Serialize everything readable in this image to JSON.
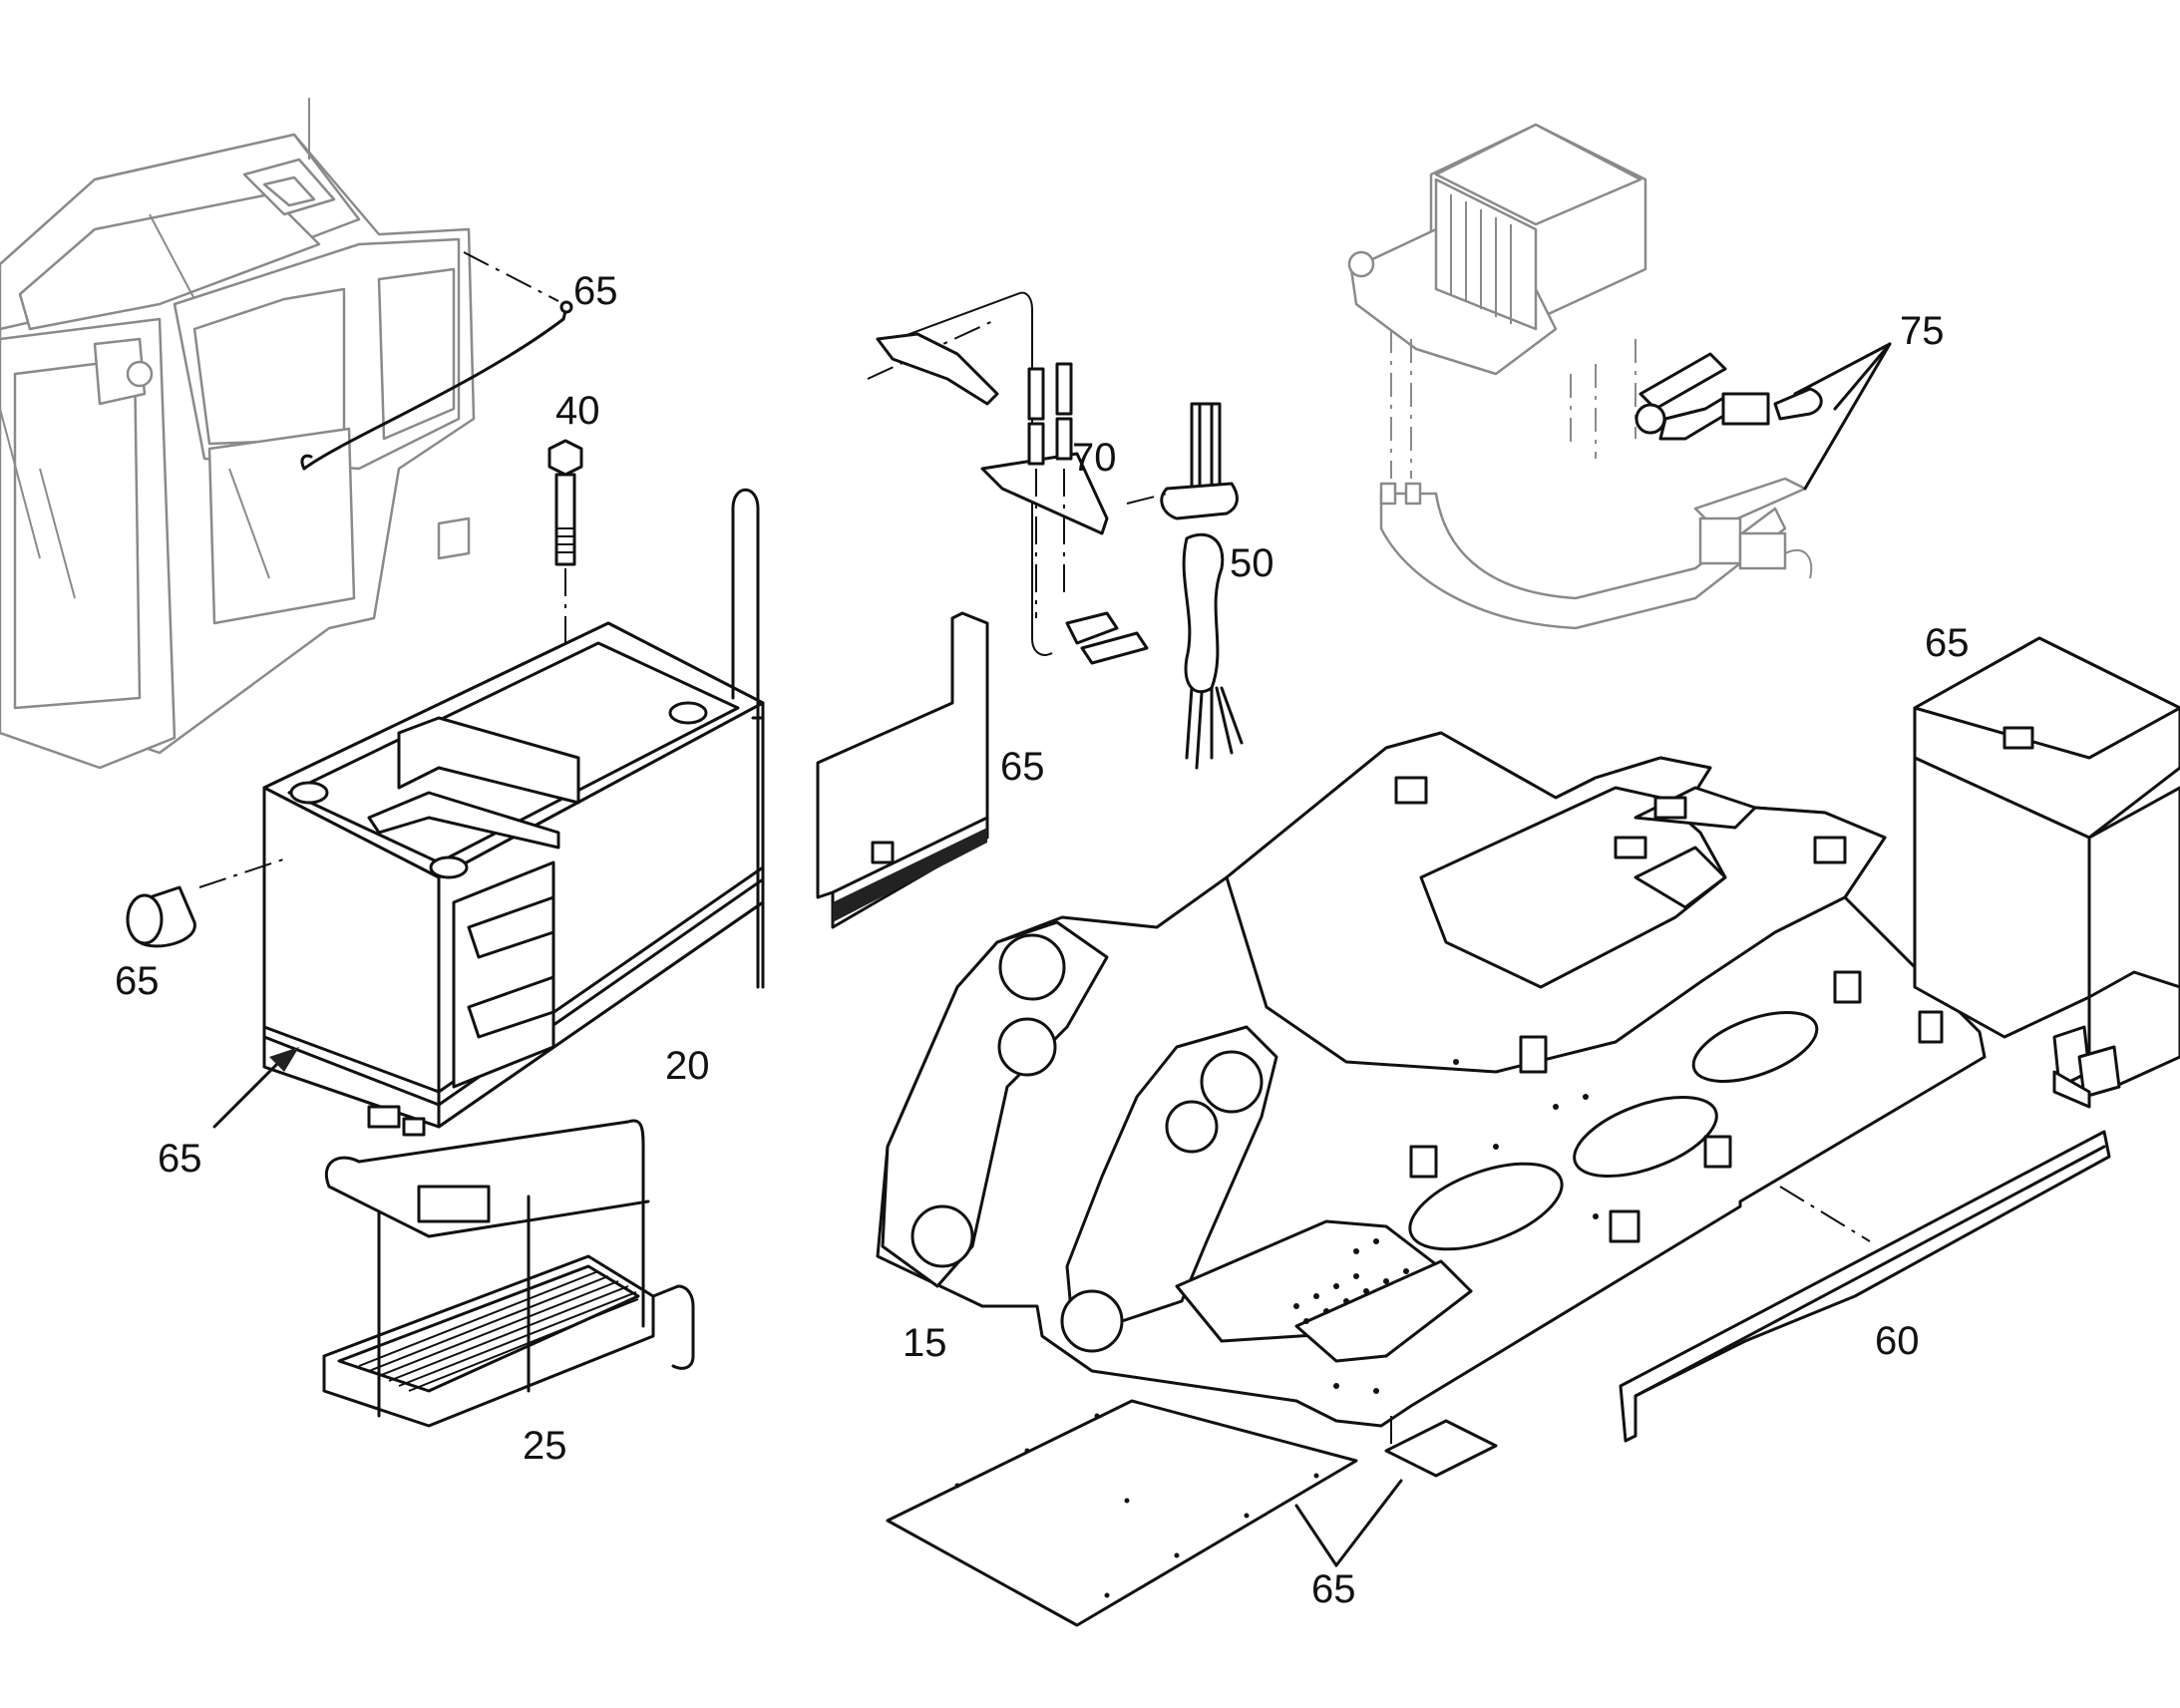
{
  "callouts": {
    "c15": "15",
    "c20": "20",
    "c25": "25",
    "c40": "40",
    "c50": "50",
    "c60": "60",
    "c65_cab": "65",
    "c65_cap": "65",
    "c65_arrow": "65",
    "c65_panel": "65",
    "c65_box": "65",
    "c65_plates": "65",
    "c70": "70",
    "c75": "75"
  }
}
